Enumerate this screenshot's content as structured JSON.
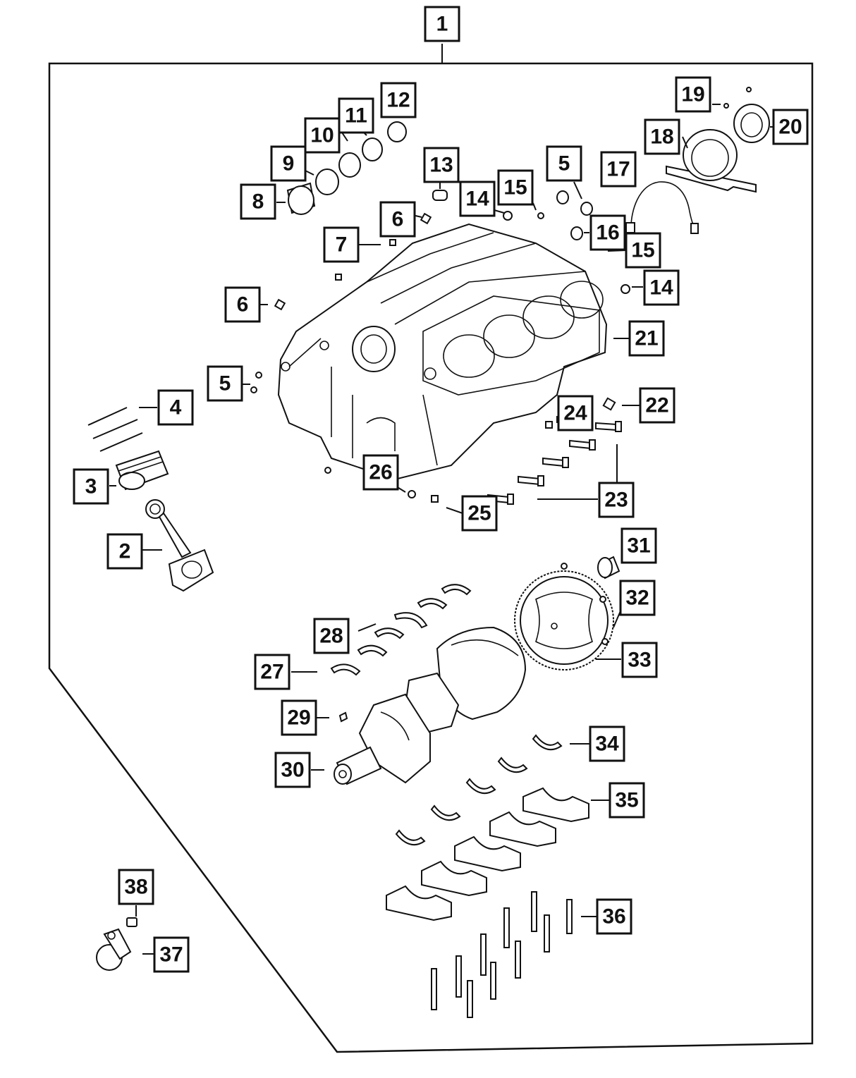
{
  "callouts": [
    {
      "id": "callout-1",
      "label": "1"
    },
    {
      "id": "callout-2",
      "label": "2"
    },
    {
      "id": "callout-3",
      "label": "3"
    },
    {
      "id": "callout-4",
      "label": "4"
    },
    {
      "id": "callout-5a",
      "label": "5"
    },
    {
      "id": "callout-5b",
      "label": "5"
    },
    {
      "id": "callout-6a",
      "label": "6"
    },
    {
      "id": "callout-6b",
      "label": "6"
    },
    {
      "id": "callout-7",
      "label": "7"
    },
    {
      "id": "callout-8",
      "label": "8"
    },
    {
      "id": "callout-9",
      "label": "9"
    },
    {
      "id": "callout-10",
      "label": "10"
    },
    {
      "id": "callout-11",
      "label": "11"
    },
    {
      "id": "callout-12",
      "label": "12"
    },
    {
      "id": "callout-13",
      "label": "13"
    },
    {
      "id": "callout-14a",
      "label": "14"
    },
    {
      "id": "callout-14b",
      "label": "14"
    },
    {
      "id": "callout-15a",
      "label": "15"
    },
    {
      "id": "callout-15b",
      "label": "15"
    },
    {
      "id": "callout-16",
      "label": "16"
    },
    {
      "id": "callout-17",
      "label": "17"
    },
    {
      "id": "callout-18",
      "label": "18"
    },
    {
      "id": "callout-19",
      "label": "19"
    },
    {
      "id": "callout-20",
      "label": "20"
    },
    {
      "id": "callout-21",
      "label": "21"
    },
    {
      "id": "callout-22",
      "label": "22"
    },
    {
      "id": "callout-23",
      "label": "23"
    },
    {
      "id": "callout-24",
      "label": "24"
    },
    {
      "id": "callout-25",
      "label": "25"
    },
    {
      "id": "callout-26",
      "label": "26"
    },
    {
      "id": "callout-27",
      "label": "27"
    },
    {
      "id": "callout-28",
      "label": "28"
    },
    {
      "id": "callout-29",
      "label": "29"
    },
    {
      "id": "callout-30",
      "label": "30"
    },
    {
      "id": "callout-31",
      "label": "31"
    },
    {
      "id": "callout-32",
      "label": "32"
    },
    {
      "id": "callout-33",
      "label": "33"
    },
    {
      "id": "callout-34",
      "label": "34"
    },
    {
      "id": "callout-35",
      "label": "35"
    },
    {
      "id": "callout-36",
      "label": "36"
    },
    {
      "id": "callout-37",
      "label": "37"
    },
    {
      "id": "callout-38",
      "label": "38"
    }
  ],
  "colors": {
    "line": "#111111",
    "background": "#ffffff"
  }
}
